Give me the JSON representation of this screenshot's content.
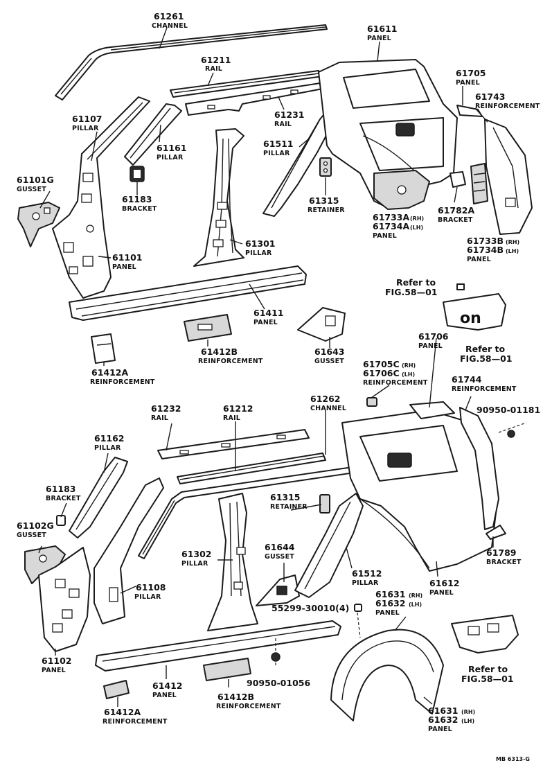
{
  "figure_code": "MB 6313-G",
  "labels": [
    {
      "id": "l01",
      "num": "61261",
      "name": "CHANNEL"
    },
    {
      "id": "l02",
      "num": "61211",
      "name": "RAIL"
    },
    {
      "id": "l03",
      "num": "61611",
      "name": "PANEL"
    },
    {
      "id": "l04",
      "num": "61705",
      "name": "PANEL"
    },
    {
      "id": "l05",
      "num": "61743",
      "name": "REINFORCEMENT"
    },
    {
      "id": "l06",
      "num": "61107",
      "name": "PILLAR"
    },
    {
      "id": "l07",
      "num": "61231",
      "name": "RAIL"
    },
    {
      "id": "l08",
      "num": "61161",
      "name": "PILLAR"
    },
    {
      "id": "l09",
      "num": "61511",
      "name": "PILLAR"
    },
    {
      "id": "l10",
      "num": "61101G",
      "name": "GUSSET"
    },
    {
      "id": "l11",
      "num": "61183",
      "name": "BRACKET"
    },
    {
      "id": "l12",
      "num": "61315",
      "name": "RETAINER"
    },
    {
      "id": "l13",
      "num": "61782A",
      "name": "BRACKET"
    },
    {
      "id": "l14",
      "num": "61301",
      "name": "PILLAR"
    },
    {
      "id": "l15",
      "num": "61101",
      "name": "PANEL"
    },
    {
      "id": "l16",
      "num": "61411",
      "name": "PANEL"
    },
    {
      "id": "l17",
      "num": "61412B",
      "name": "REINFORCEMENT"
    },
    {
      "id": "l18",
      "num": "61643",
      "name": "GUSSET"
    },
    {
      "id": "l19",
      "num": "61706",
      "name": "PANEL"
    },
    {
      "id": "l20",
      "num": "61412A",
      "name": "REINFORCEMENT"
    },
    {
      "id": "l21",
      "num": "61744",
      "name": "REINFORCEMENT"
    },
    {
      "id": "l22",
      "num": "61232",
      "name": "RAIL"
    },
    {
      "id": "l23",
      "num": "61212",
      "name": "RAIL"
    },
    {
      "id": "l24",
      "num": "61262",
      "name": "CHANNEL"
    },
    {
      "id": "l25",
      "num": "61162",
      "name": "PILLAR"
    },
    {
      "id": "l26",
      "num": "61183",
      "name": "BRACKET"
    },
    {
      "id": "l27",
      "num": "61315",
      "name": "RETAINER"
    },
    {
      "id": "l28",
      "num": "61102G",
      "name": "GUSSET"
    },
    {
      "id": "l29",
      "num": "61644",
      "name": "GUSSET"
    },
    {
      "id": "l30",
      "num": "61302",
      "name": "PILLAR"
    },
    {
      "id": "l31",
      "num": "61512",
      "name": "PILLAR"
    },
    {
      "id": "l32",
      "num": "61612",
      "name": "PANEL"
    },
    {
      "id": "l33",
      "num": "61789",
      "name": "BRACKET"
    },
    {
      "id": "l34",
      "num": "61108",
      "name": "PILLAR"
    },
    {
      "id": "l35",
      "num": "61102",
      "name": "PANEL"
    },
    {
      "id": "l36",
      "num": "61412",
      "name": "PANEL"
    },
    {
      "id": "l37",
      "num": "61412B",
      "name": "REINFORCEMENT"
    },
    {
      "id": "l38",
      "num": "61412A",
      "name": "REINFORCEMENT"
    }
  ],
  "multi_labels": {
    "m1": {
      "line1": "61733A",
      "tag1": "(RH)",
      "line2": "61734A",
      "tag2": "(LH)",
      "name": "PANEL"
    },
    "m2": {
      "line1": "61733B",
      "tag1": "(RH)",
      "line2": "61734B",
      "tag2": "(LH)",
      "name": "PANEL"
    },
    "m3": {
      "line1": "61705C",
      "tag1": "(RH)",
      "line2": "61706C",
      "tag2": "(LH)",
      "name": "REINFORCEMENT"
    },
    "m4": {
      "line1": "61631",
      "tag1": "(RH)",
      "line2": "61632",
      "tag2": "(LH)",
      "name": "PANEL"
    },
    "m5": {
      "line1": "61631",
      "tag1": "(RH)",
      "line2": "61632",
      "tag2": "(LH)",
      "name": "PANEL"
    }
  },
  "plain_labels": {
    "bolt1": "90950-01181",
    "bolt2": "55299-30010(4)",
    "bolt3": "90950-01056"
  },
  "refs": {
    "r1": {
      "line1": "Refer to",
      "line2": "FIG.58—01"
    },
    "r2": {
      "line1": "Refer to",
      "line2": "FIG.58—01"
    },
    "r3": {
      "line1": "Refer to",
      "line2": "FIG.58—01"
    }
  }
}
